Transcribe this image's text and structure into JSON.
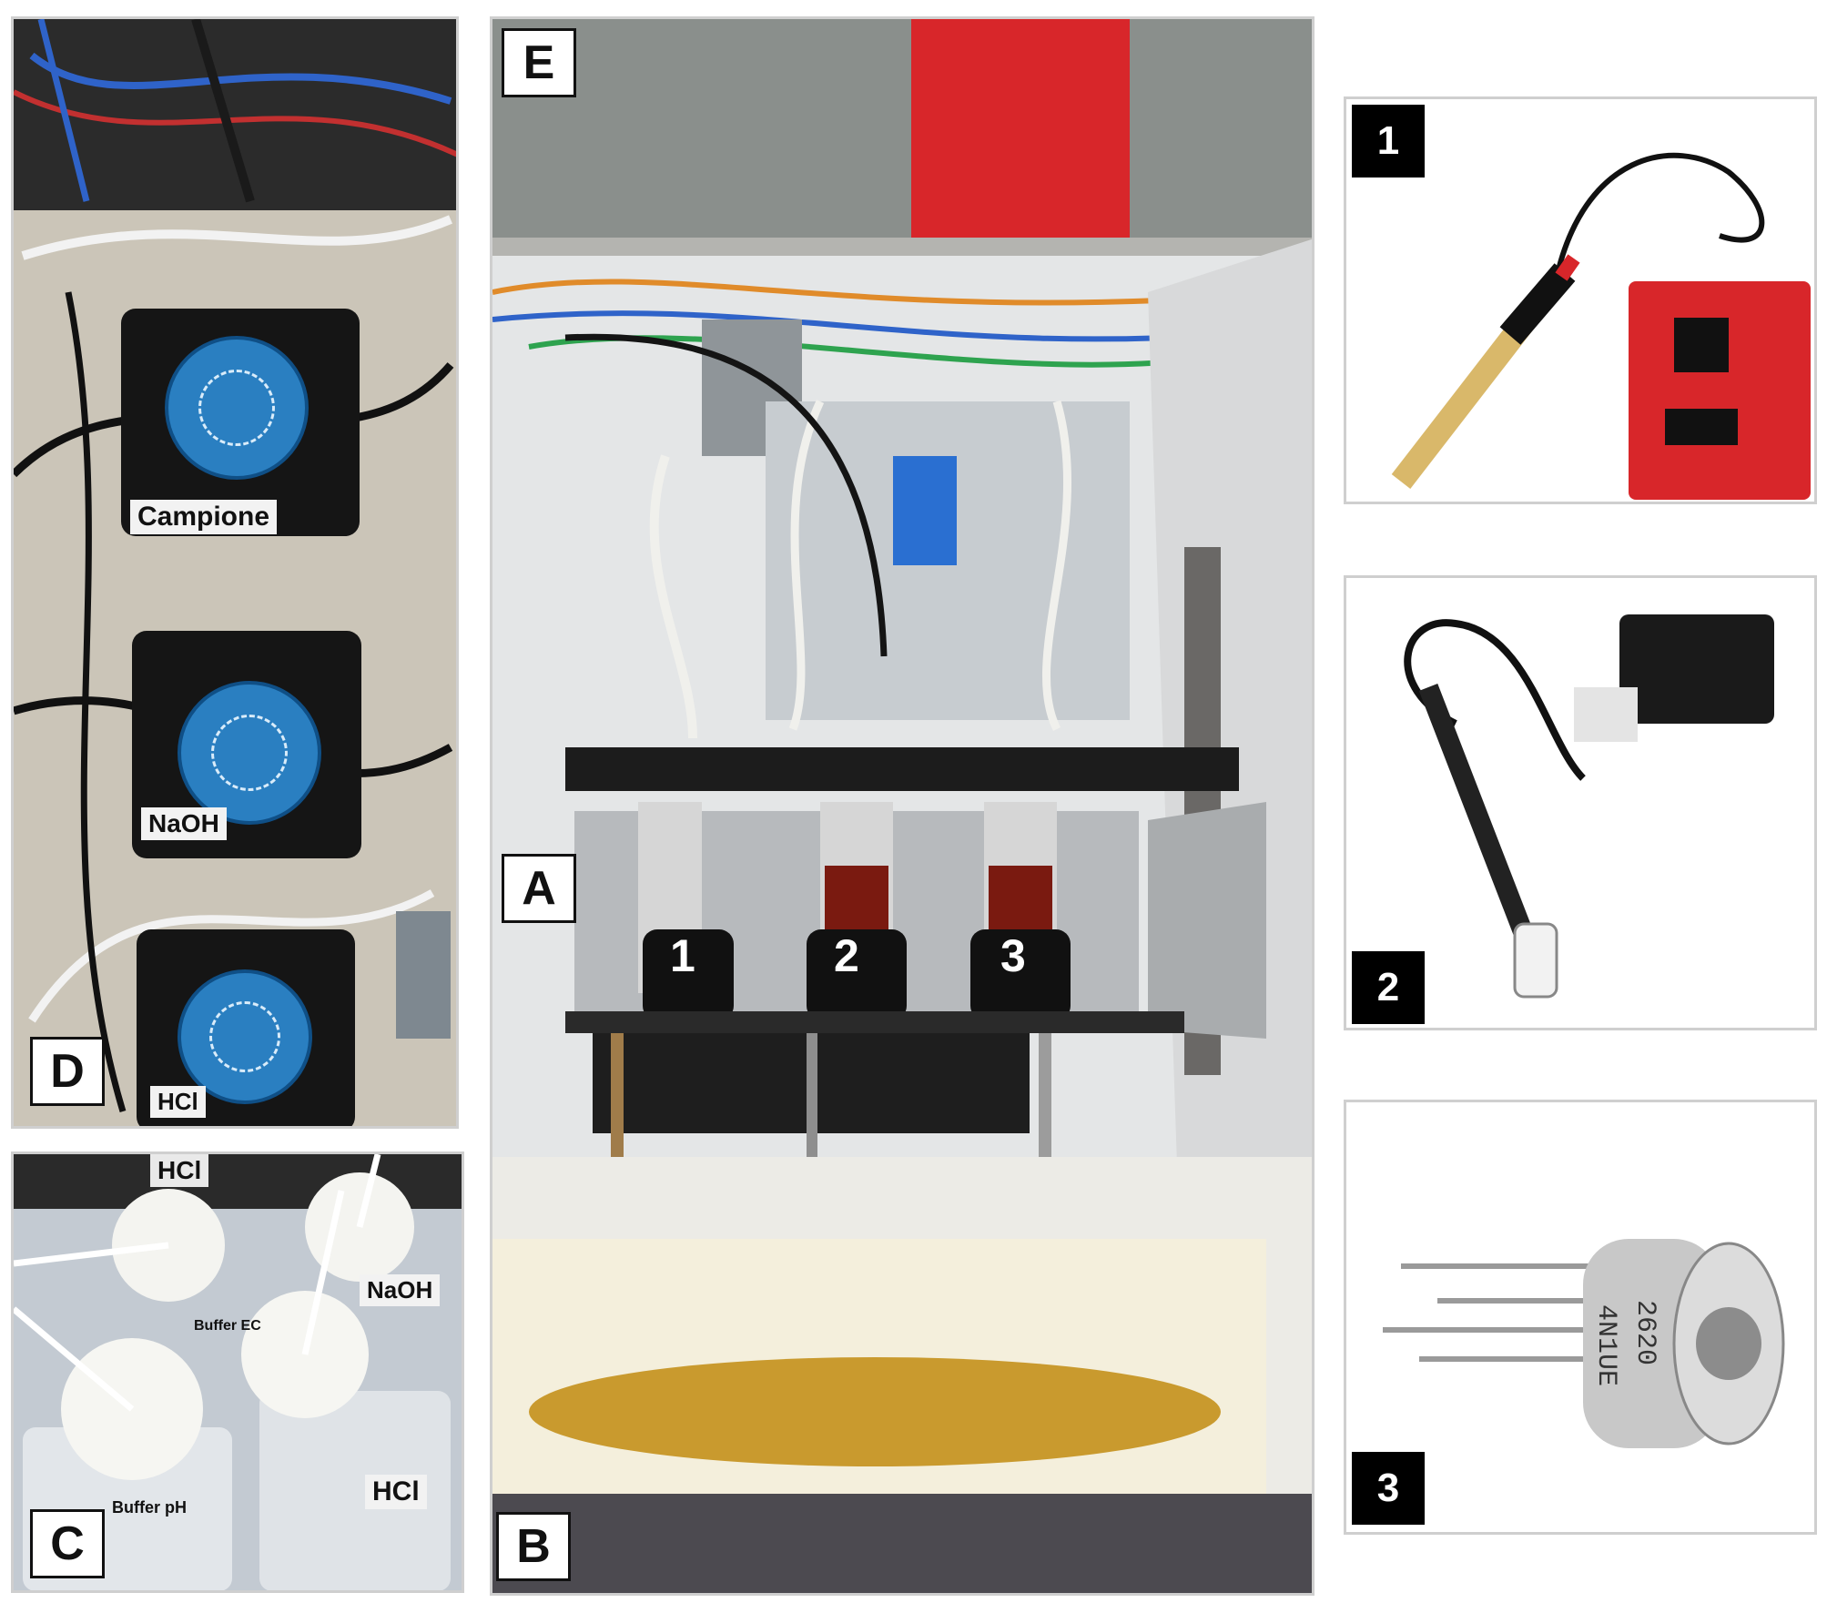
{
  "panels": {
    "D": {
      "tag": "D",
      "pump_labels": [
        "Campione",
        "NaOH",
        "HCl"
      ]
    },
    "C": {
      "tag": "C",
      "bottle_labels": [
        "HCl",
        "NaOH",
        "Buffer EC",
        "Buffer pH",
        "HCl"
      ]
    },
    "E": {
      "tag": "E"
    },
    "A": {
      "tag": "A",
      "tube_numbers": [
        "1",
        "2",
        "3"
      ]
    },
    "B": {
      "tag": "B"
    },
    "sensor_1": {
      "tag": "1"
    },
    "sensor_2": {
      "tag": "2"
    },
    "sensor_3": {
      "tag": "3",
      "can_marking": [
        "2620",
        "4N1UE"
      ]
    }
  },
  "colors": {
    "pump_blue": "#2a7fc1",
    "board_red": "#d8262a",
    "liquid_amber": "#c99a2e",
    "sample_red": "#7a1a10"
  }
}
